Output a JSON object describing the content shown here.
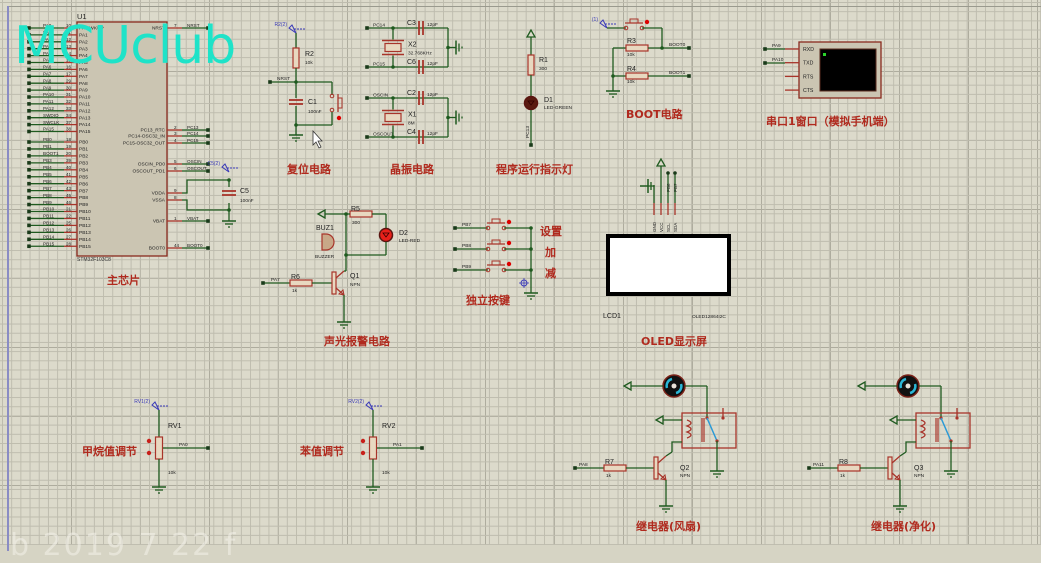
{
  "watermark": "MCUclub",
  "bottom_overlay": "b 2019 7 22 f",
  "mcu": {
    "ref": "U1",
    "part": "STM32F103C8",
    "section_label": "主芯片",
    "left_pins_a": [
      {
        "net": "PA0",
        "num": "10",
        "name": "PA0-WKUP"
      },
      {
        "net": "PA1",
        "num": "11",
        "name": "PA1"
      },
      {
        "net": "PA2",
        "num": "12",
        "name": "PA2"
      },
      {
        "net": "PA3",
        "num": "13",
        "name": "PA3"
      },
      {
        "net": "PA4",
        "num": "14",
        "name": "PA4"
      },
      {
        "net": "PA5",
        "num": "15",
        "name": "PA5"
      },
      {
        "net": "PA6",
        "num": "16",
        "name": "PA6"
      },
      {
        "net": "PA7",
        "num": "17",
        "name": "PA7"
      },
      {
        "net": "PA8",
        "num": "29",
        "name": "PA8"
      },
      {
        "net": "PA9",
        "num": "30",
        "name": "PA9"
      },
      {
        "net": "PA10",
        "num": "31",
        "name": "PA10"
      },
      {
        "net": "PA11",
        "num": "32",
        "name": "PA11"
      },
      {
        "net": "PA12",
        "num": "33",
        "name": "PA12"
      },
      {
        "net": "SWDIO",
        "num": "34",
        "name": "PA13"
      },
      {
        "net": "SWCLK",
        "num": "37",
        "name": "PA14"
      },
      {
        "net": "PA15",
        "num": "38",
        "name": "PA15"
      }
    ],
    "left_pins_b": [
      {
        "net": "PB0",
        "num": "18",
        "name": "PB0"
      },
      {
        "net": "PB1",
        "num": "19",
        "name": "PB1"
      },
      {
        "net": "BOOT1",
        "num": "20",
        "name": "PB2"
      },
      {
        "net": "PB3",
        "num": "39",
        "name": "PB3"
      },
      {
        "net": "PB4",
        "num": "40",
        "name": "PB4"
      },
      {
        "net": "PB5",
        "num": "41",
        "name": "PB5"
      },
      {
        "net": "PB6",
        "num": "42",
        "name": "PB6"
      },
      {
        "net": "PB7",
        "num": "43",
        "name": "PB7"
      },
      {
        "net": "PB8",
        "num": "45",
        "name": "PB8"
      },
      {
        "net": "PB9",
        "num": "46",
        "name": "PB9"
      },
      {
        "net": "PB10",
        "num": "21",
        "name": "PB10"
      },
      {
        "net": "PB11",
        "num": "22",
        "name": "PB11"
      },
      {
        "net": "PB12",
        "num": "25",
        "name": "PB12"
      },
      {
        "net": "PB13",
        "num": "26",
        "name": "PB13"
      },
      {
        "net": "PB14",
        "num": "27",
        "name": "PB14"
      },
      {
        "net": "PB15",
        "num": "28",
        "name": "PB15"
      }
    ],
    "right_pins": [
      {
        "net": "NRST",
        "num": "7",
        "name": "NRST"
      },
      {
        "net": "PC13",
        "num": "2",
        "name": "PC13_RTC"
      },
      {
        "net": "PC14",
        "num": "3",
        "name": "PC14-OSC32_IN"
      },
      {
        "net": "PC15",
        "num": "4",
        "name": "PC15-OSC32_OUT"
      },
      {
        "net": "OSCIN",
        "num": "5",
        "name": "OSCIN_PD0"
      },
      {
        "net": "OSCOUT",
        "num": "6",
        "name": "OSCOUT_PD1"
      },
      {
        "net": "",
        "num": "9",
        "name": "VDDA"
      },
      {
        "net": "",
        "num": "8",
        "name": "VSSA"
      },
      {
        "net": "VBAT",
        "num": "1",
        "name": "VBAT"
      },
      {
        "net": "BOOT0",
        "num": "44",
        "name": "BOOT0"
      }
    ],
    "c5": {
      "ref": "C5",
      "value": "100nF",
      "probe": "C5(2)"
    }
  },
  "reset": {
    "section_label": "复位电路",
    "probe": "R2(2)",
    "r2": {
      "ref": "R2",
      "value": "10k"
    },
    "c1": {
      "ref": "C1",
      "value": "100nF"
    },
    "net": "NRST"
  },
  "crystal": {
    "section_label": "晶振电路",
    "x2": {
      "ref": "X2",
      "value": "32.768KHz"
    },
    "x1": {
      "ref": "X1",
      "value": "8M"
    },
    "c3": {
      "ref": "C3",
      "value": "12pF"
    },
    "c6": {
      "ref": "C6",
      "value": "12pF"
    },
    "c2": {
      "ref": "C2",
      "value": "12pF"
    },
    "c4": {
      "ref": "C4",
      "value": "12pF"
    },
    "nets": {
      "pc14": "PC14",
      "pc15": "PC15",
      "oscin": "OSCIN",
      "oscout": "OSCOUT"
    }
  },
  "indicator": {
    "section_label": "程序运行指示灯",
    "r1": {
      "ref": "R1",
      "value": "300"
    },
    "d1": {
      "ref": "D1",
      "value": "LED-GREEN"
    },
    "net": "PC13"
  },
  "boot": {
    "section_label": "BOOT电路",
    "probe": "(1)",
    "r3": {
      "ref": "R3",
      "value": "10k"
    },
    "r4": {
      "ref": "R4",
      "value": "10k"
    },
    "nets": {
      "boot0": "BOOT0",
      "boot1": "BOOT1"
    }
  },
  "uart": {
    "section_label": "串口1窗口（模拟手机端）",
    "pins": [
      "RXD",
      "TXD",
      "RTS",
      "CTS"
    ],
    "nets": {
      "rxd": "PA9",
      "txd": "PA10"
    }
  },
  "alarm": {
    "section_label": "声光报警电路",
    "buz": {
      "ref": "BUZ1",
      "value": "BUZZER"
    },
    "r5": {
      "ref": "R5",
      "value": "300"
    },
    "d2": {
      "ref": "D2",
      "value": "LED-RED"
    },
    "r6": {
      "ref": "R6",
      "value": "1k"
    },
    "q1": {
      "ref": "Q1",
      "value": "NPN"
    },
    "net": "PA7"
  },
  "keys": {
    "section_label": "独立按键",
    "items": [
      {
        "net": "PB7",
        "label": "设置"
      },
      {
        "net": "PB8",
        "label": "加"
      },
      {
        "net": "PB9",
        "label": "减"
      }
    ]
  },
  "oled": {
    "section_label": "OLED显示屏",
    "ref": "LCD1",
    "part": "OLED12864I2C",
    "pins": [
      "GND",
      "VCC",
      "SCL",
      "SDA"
    ],
    "nets": [
      "PB6",
      "PB7"
    ]
  },
  "rv1": {
    "section_label": "甲烷值调节",
    "ref": "RV1",
    "value": "10k",
    "probe": "RV1(2)",
    "net": "PA0"
  },
  "rv2": {
    "section_label": "苯值调节",
    "ref": "RV2",
    "value": "10k",
    "probe": "RV2(2)",
    "net": "PA1"
  },
  "relay_fan": {
    "section_label": "继电器(风扇)",
    "r": {
      "ref": "R7",
      "value": "1k"
    },
    "q": {
      "ref": "Q2",
      "value": "NPN"
    },
    "net": "PA8"
  },
  "relay_purify": {
    "section_label": "继电器(净化)",
    "r": {
      "ref": "R8",
      "value": "1k"
    },
    "q": {
      "ref": "Q3",
      "value": "NPN"
    },
    "net": "PA11"
  },
  "colors": {
    "wire": "#1f5a1f",
    "component": "#a8342a",
    "body": "#cbc5b2",
    "label": "#b02a1e",
    "watermark": "#1ee3c8",
    "probe": "#3a3ab8"
  }
}
